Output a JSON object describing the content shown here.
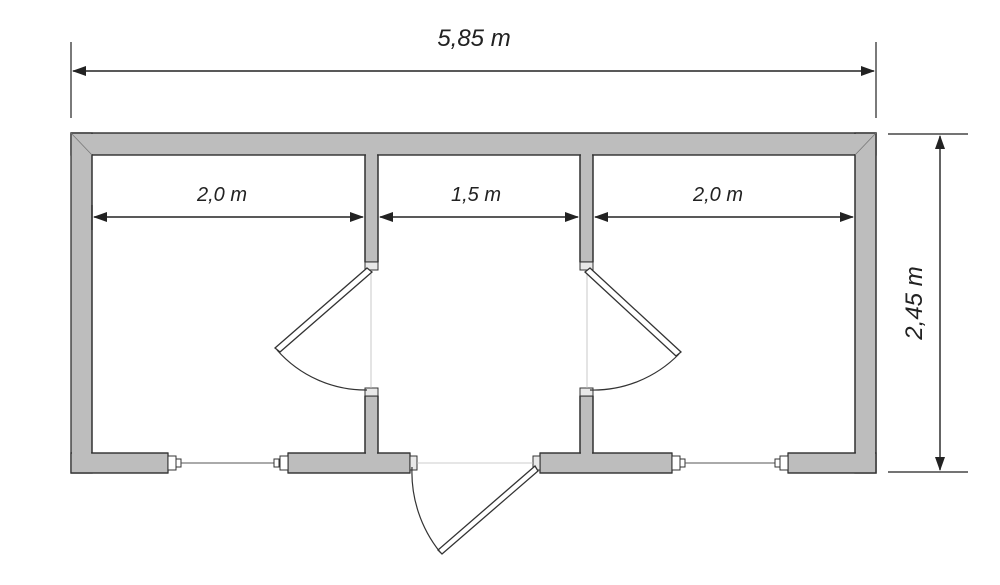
{
  "dimensions": {
    "overall_length": "5,85 m",
    "overall_width": "2,45 m",
    "left_room": "2,0 m",
    "middle_room": "1,5 m",
    "right_room": "2,0 m"
  },
  "colors": {
    "wall_fill": "#bdbdbd",
    "line": "#222222"
  }
}
